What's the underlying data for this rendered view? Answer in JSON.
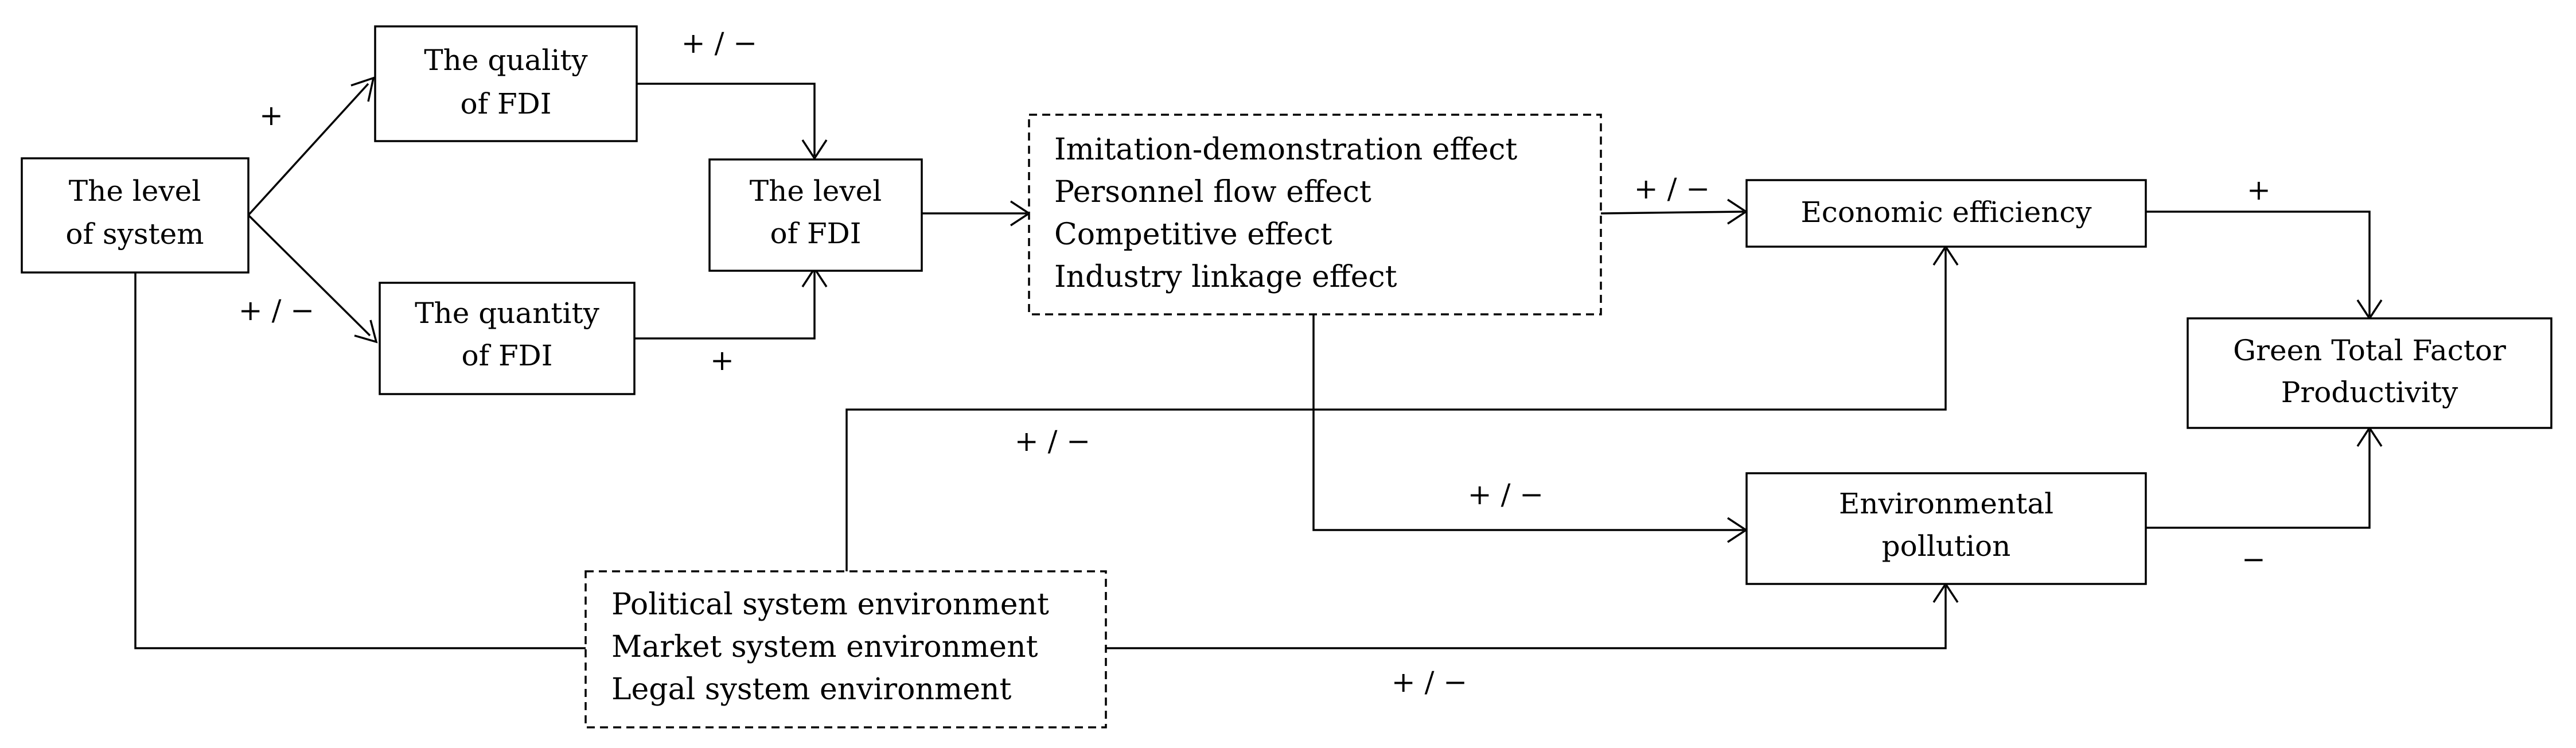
{
  "nodes": {
    "system_level": [
      "The level",
      "of system"
    ],
    "fdi_quality": [
      "The quality",
      "of FDI"
    ],
    "fdi_quantity": [
      "The quantity",
      "of FDI"
    ],
    "fdi_level": [
      "The level",
      "of FDI"
    ],
    "effects": [
      "Imitation-demonstration effect",
      "Personnel flow effect",
      "Competitive effect",
      "Industry linkage effect"
    ],
    "economic_efficiency": [
      "Economic efficiency"
    ],
    "gtfp": [
      "Green Total Factor",
      "Productivity"
    ],
    "environmental_pollution": [
      "Environmental",
      "pollution"
    ],
    "system_environment": [
      "Political system environment",
      "Market system environment",
      "Legal system environment"
    ]
  },
  "signs": {
    "system_to_quality": "+",
    "system_to_quantity": "+ / −",
    "quality_to_level": "+ / −",
    "quantity_to_level": "+",
    "effects_to_economic": "+ / −",
    "environment_to_economic": "+ / −",
    "effects_to_pollution": "+ / −",
    "environment_to_pollution": "+ / −",
    "economic_to_gtfp": "+",
    "pollution_to_gtfp": "−"
  }
}
